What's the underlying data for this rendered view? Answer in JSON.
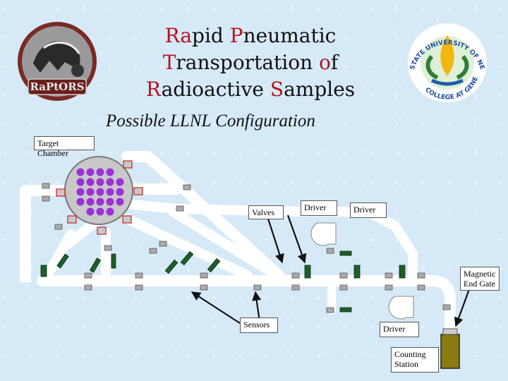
{
  "title": {
    "line1": [
      {
        "cap": "Ra",
        "rest": "pid "
      },
      {
        "cap": "P",
        "rest": "neumatic"
      }
    ],
    "line2": [
      {
        "cap": "T",
        "rest": "ransportation "
      },
      {
        "cap": "o",
        "rest": "f"
      }
    ],
    "line3": [
      {
        "cap": "R",
        "rest": "adioactive "
      },
      {
        "cap": "S",
        "rest": "amples"
      }
    ]
  },
  "subtitle": "Possible LLNL Configuration",
  "left_logo": {
    "icon": "raptors-logo",
    "text": "RaPtORS"
  },
  "right_logo": {
    "icon": "suny-geneseo-seal",
    "text": "STATE UNIVERSITY OF NEW YORK · COLLEGE AT GENESEO"
  },
  "labels": {
    "target_chamber": "Target Chamber",
    "valves": "Valves",
    "driver1": "Driver",
    "driver2": "Driver",
    "driver3": "Driver",
    "magnetic_end_gate": "Magnetic End Gate",
    "sensors": "Sensors",
    "counting_station": "Counting Station"
  },
  "colors": {
    "title_accent": "#b5121b",
    "chamber_fill": "#c8c8c8",
    "sample_fill": "#9b30d9",
    "valve_fill": "#1c5f2a",
    "counting_fill": "#8a7a10",
    "tube": "#ffffff"
  }
}
